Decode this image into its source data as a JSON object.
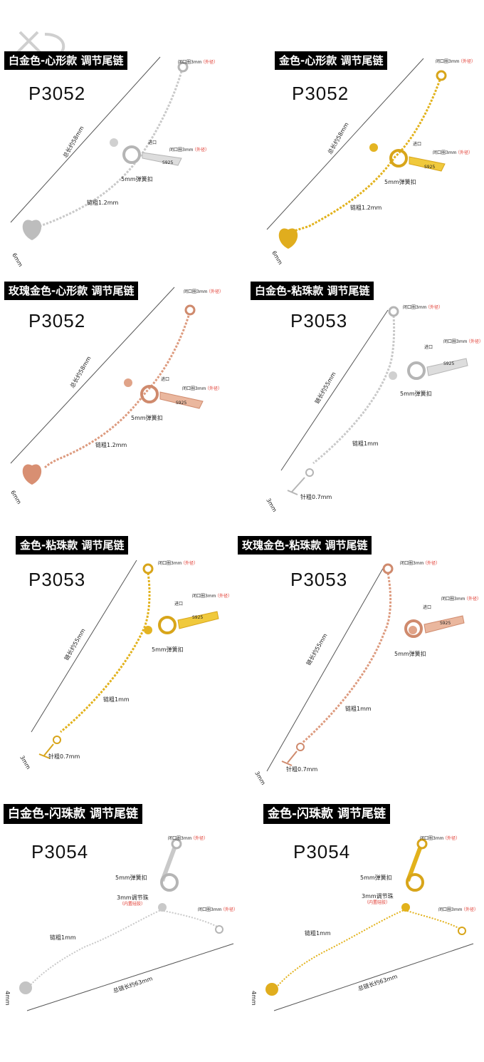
{
  "brand": {
    "logo_icon": "xd-logo-icon"
  },
  "labels": {
    "close_ring": "闭口圈3mm",
    "outer_dia": "（外径）",
    "import": "进口",
    "spring": "5mm弹簧扣",
    "s925": "S925",
    "total58": "总长约58mm",
    "total55": "链长约55mm",
    "total63": "总链长约63mm",
    "thick12": "链粗1.2mm",
    "thick1": "链粗1mm",
    "needle": "针粗0.7mm",
    "bead3": "3mm调节珠",
    "bead_note": "（内置硅胶）",
    "d6": "6mm",
    "d3": "3mm",
    "d4": "4mm"
  },
  "colors": {
    "white": "#c9c9c9",
    "gold": "#e2b21c",
    "rose": "#dd9b7f",
    "red": "#e0352b"
  },
  "panels": [
    {
      "title": "白金色-心形款 调节尾链",
      "code": "P3052"
    },
    {
      "title": "金色-心形款 调节尾链",
      "code": "P3052"
    },
    {
      "title": "玫瑰金色-心形款 调节尾链",
      "code": "P3052"
    },
    {
      "title": "白金色-粘珠款 调节尾链",
      "code": "P3053"
    },
    {
      "title": "金色-粘珠款 调节尾链",
      "code": "P3053"
    },
    {
      "title": "玫瑰金色-粘珠款 调节尾链",
      "code": "P3053"
    },
    {
      "title": "白金色-闪珠款 调节尾链",
      "code": "P3054"
    },
    {
      "title": "金色-闪珠款 调节尾链",
      "code": "P3054"
    }
  ]
}
